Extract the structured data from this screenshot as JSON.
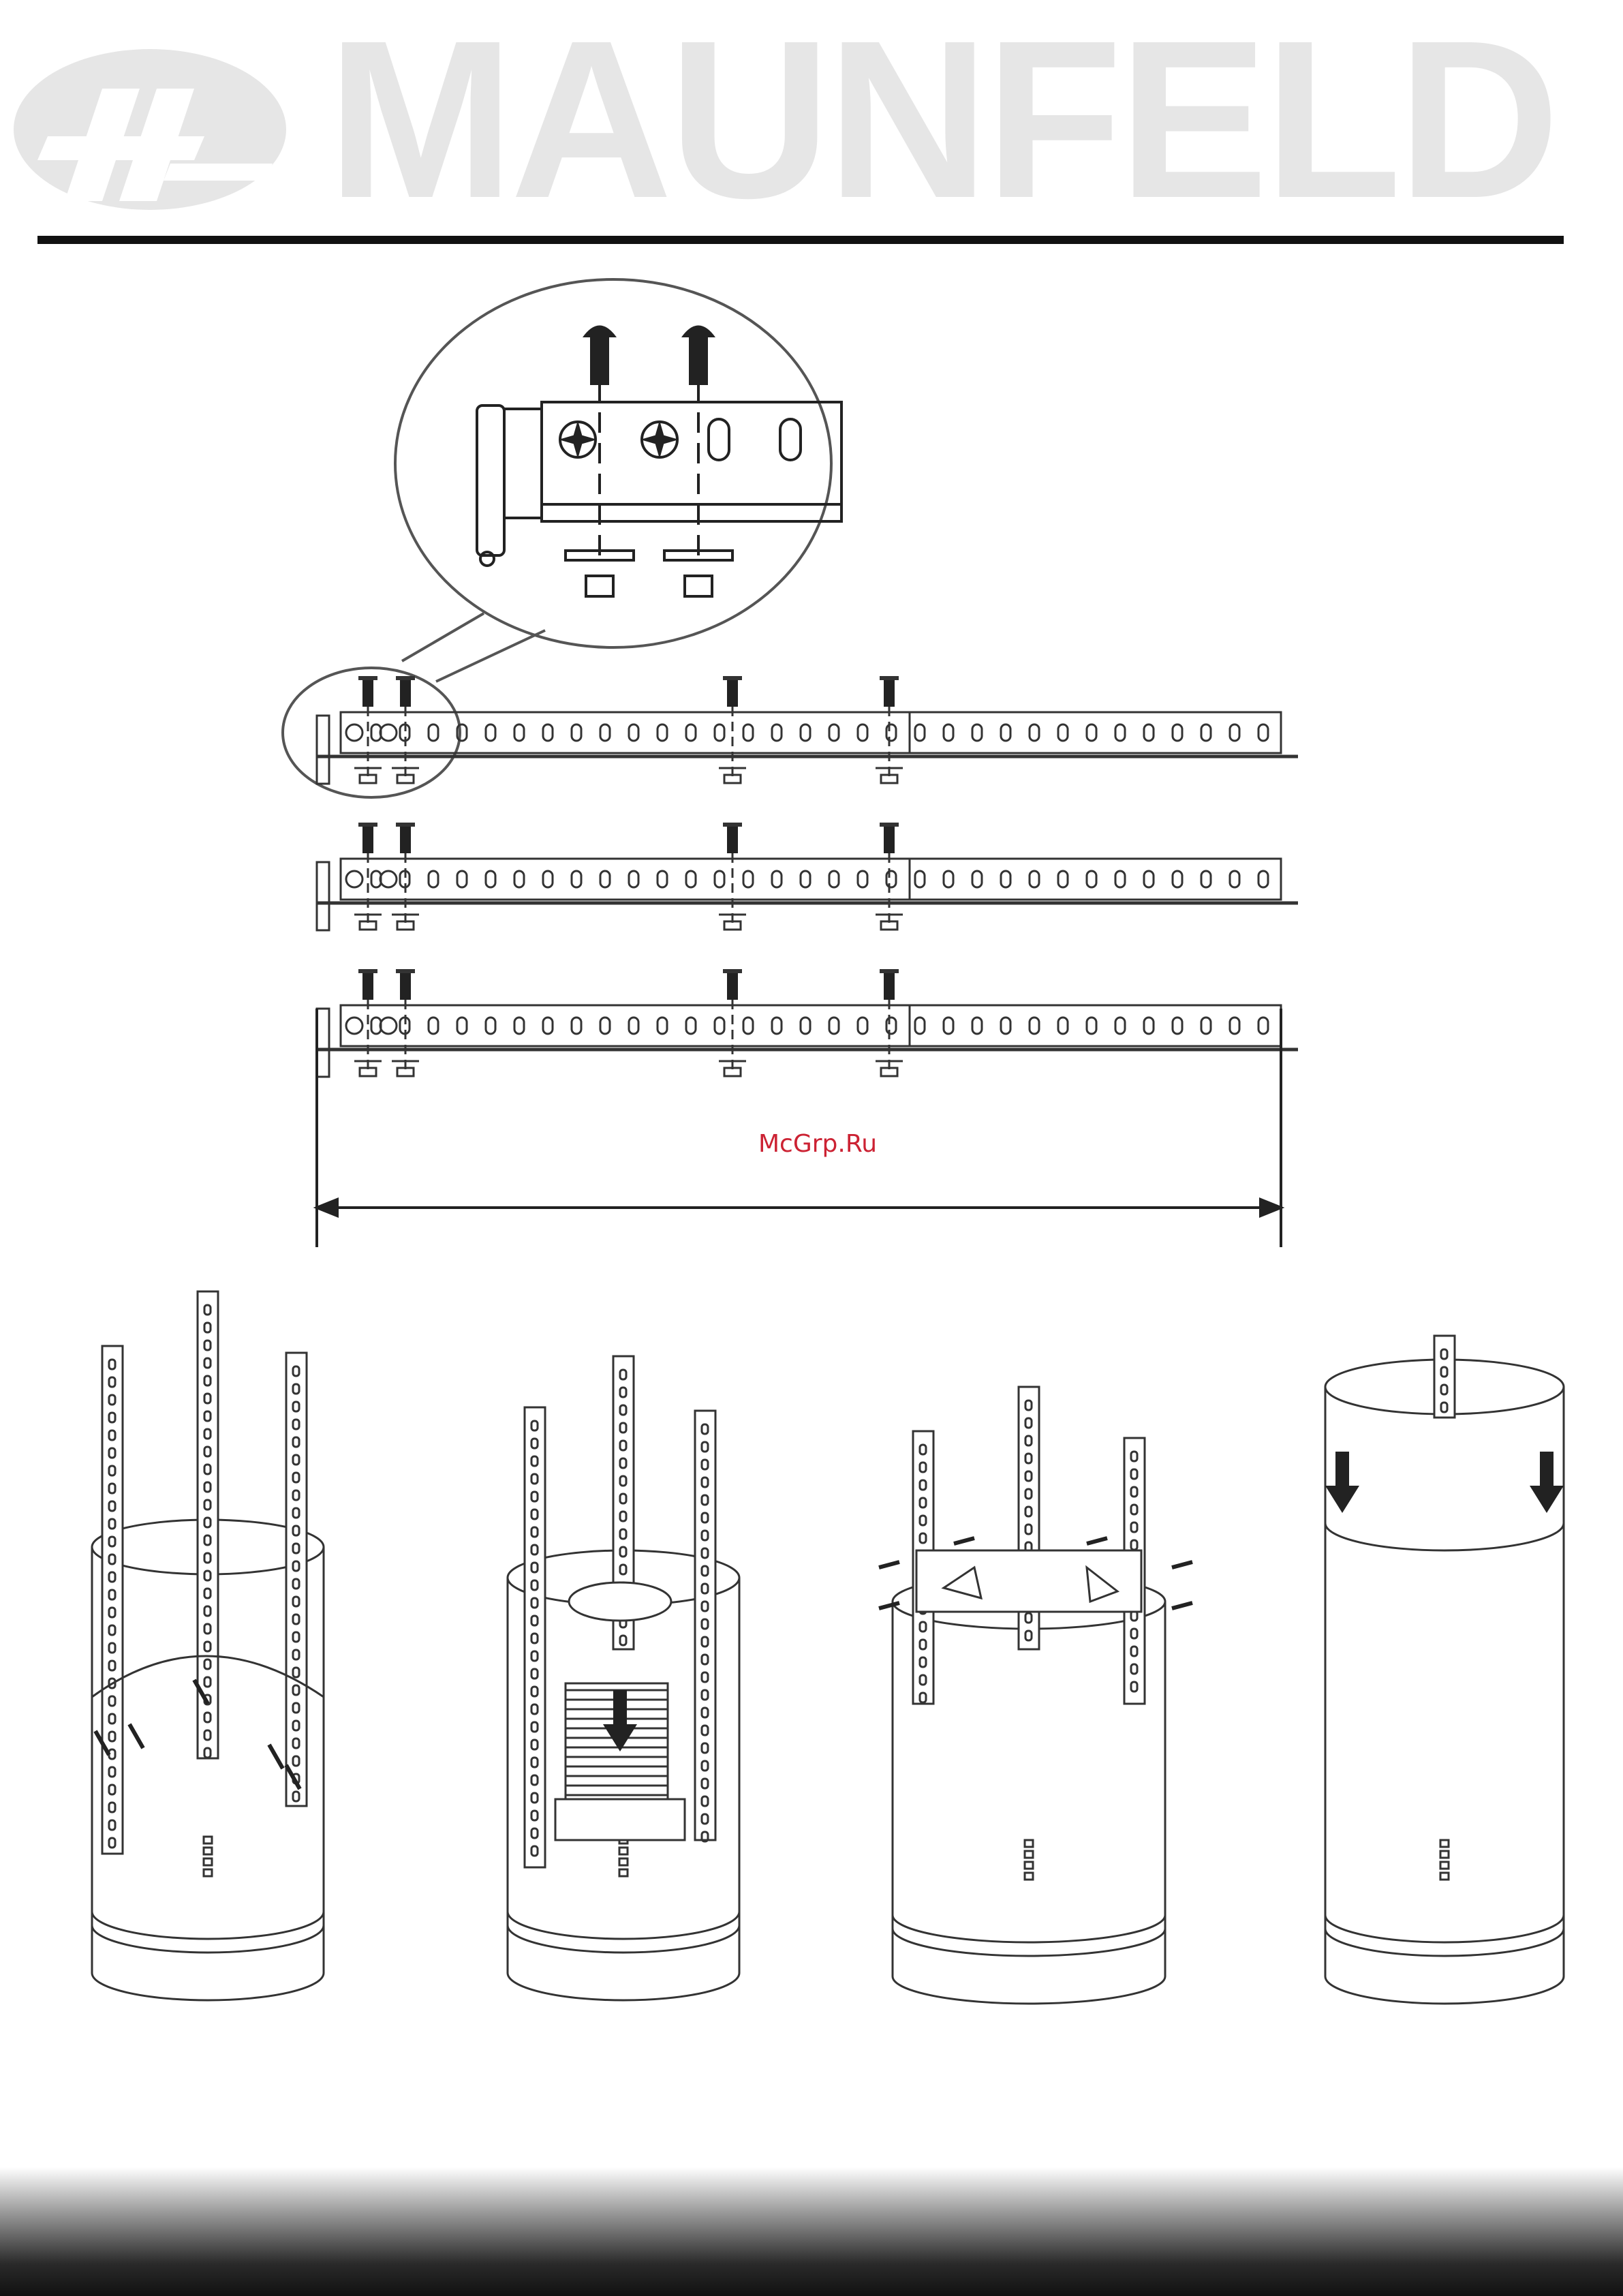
{
  "header": {
    "brand_name": "MAUNFELD",
    "logo_monogram": "M",
    "logo_color": "#e6e6e6"
  },
  "watermark": {
    "text": "McGrp.Ru",
    "color": "#cc2233"
  },
  "figures": {
    "top_diagram": {
      "icons": [
        "magnifier-callout",
        "bracket-rail",
        "bolt-icon",
        "nut-icon",
        "dimension-arrow"
      ]
    },
    "install_steps": [
      {
        "icons": [
          "column-rails",
          "screw-icon"
        ]
      },
      {
        "icons": [
          "flexible-duct",
          "down-arrow-icon"
        ]
      },
      {
        "icons": [
          "mounting-plate",
          "screw-icon"
        ]
      },
      {
        "icons": [
          "cover-sleeve",
          "down-arrow-icon"
        ]
      }
    ]
  }
}
